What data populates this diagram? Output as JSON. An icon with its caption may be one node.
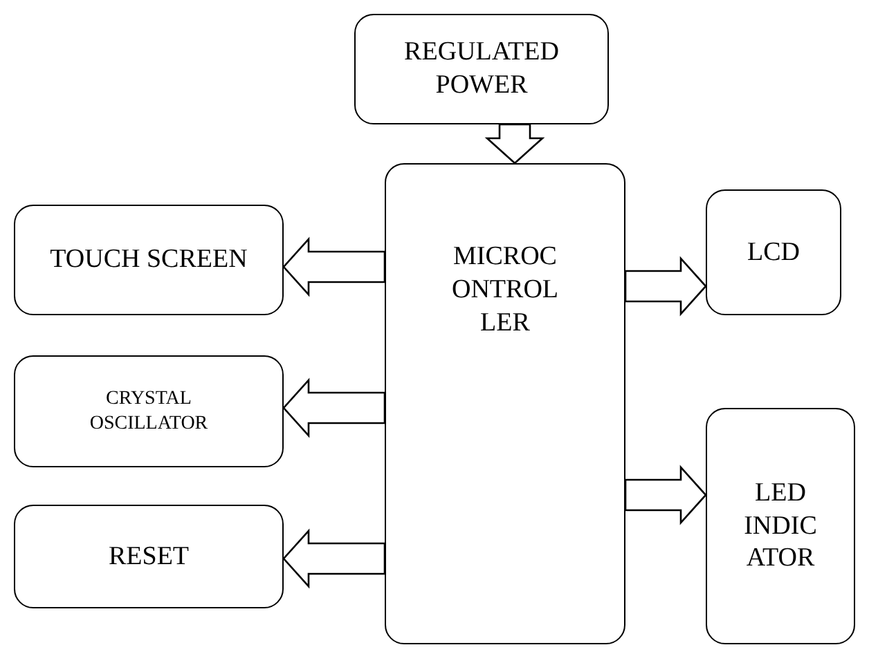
{
  "diagram": {
    "nodes": [
      {
        "text": [
          "REGULATED POWER"
        ]
      },
      {
        "text": [
          "MICROC ONTROL LER"
        ]
      },
      {
        "text": [
          "TOUCH SCREEN"
        ]
      },
      {
        "text": [
          "CRYSTAL OSCILLATOR"
        ]
      },
      {
        "text": [
          "RESET"
        ]
      },
      {
        "text": [
          "LCD"
        ]
      },
      {
        "text": [
          "LED INDIC ATOR"
        ]
      }
    ],
    "edges": [
      {
        "from": 0,
        "to": 1,
        "arrow": "to"
      },
      {
        "from": 1,
        "to": 2,
        "arrow": "to"
      },
      {
        "from": 1,
        "to": 3,
        "arrow": "to"
      },
      {
        "from": 1,
        "to": 4,
        "arrow": "to"
      },
      {
        "from": 1,
        "to": 5,
        "arrow": "to"
      },
      {
        "from": 1,
        "to": 6,
        "arrow": "to"
      }
    ]
  }
}
